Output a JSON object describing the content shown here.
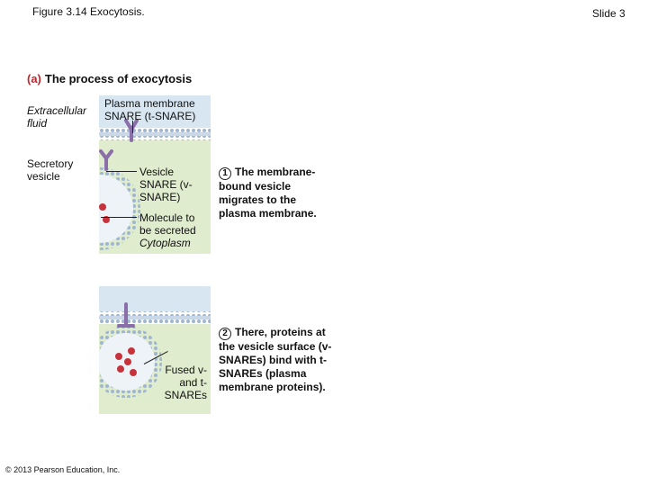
{
  "header": {
    "figure_title": "Figure 3.14 Exocytosis.",
    "slide_number": "Slide 3"
  },
  "part_a": {
    "letter": "(a)",
    "heading": "The process of exocytosis"
  },
  "panel1": {
    "extracellular_label": "Extracellular fluid",
    "t_snare_label": "Plasma membrane SNARE (t-SNARE)",
    "secretory_vesicle_label": "Secretory vesicle",
    "v_snare_label": "Vesicle SNARE (v-SNARE)",
    "molecule_label": "Molecule to be secreted",
    "cytoplasm_label": "Cytoplasm",
    "step_number": "1",
    "step_text": "The membrane-bound vesicle migrates to the plasma membrane."
  },
  "panel2": {
    "fused_label": "Fused v- and t-SNAREs",
    "step_number": "2",
    "step_text": "There, proteins at the vesicle surface (v-SNAREs) bind with t-SNAREs (plasma membrane proteins)."
  },
  "footer": {
    "copyright": "© 2013 Pearson Education, Inc."
  },
  "colors": {
    "membrane_blue": "#8aa8c8",
    "cytoplasm_green": "#dfeccd",
    "extracellular_blue": "#d8e6f2",
    "snare_purple": "#8a6fa8",
    "cargo_red": "#c8323a",
    "accent_red": "#c0262d"
  }
}
